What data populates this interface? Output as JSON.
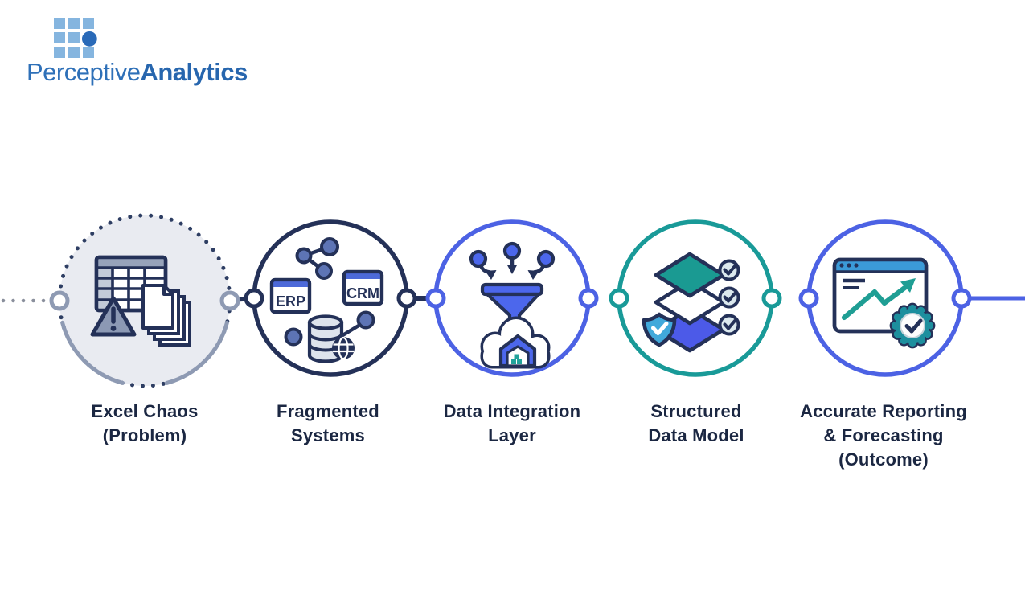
{
  "brand": {
    "name_regular": "Perceptive",
    "name_bold": "Analytics"
  },
  "palette": {
    "navy_outline": "#243158",
    "blue_circle": "#4c62e4",
    "teal_circle": "#199a98",
    "slate_gray": "#8e9ab3",
    "problem_circle_fill": "#e9ebf1",
    "icon_blue": "#4c67ec",
    "window_title_blue": "#4d6ad9",
    "browser_header_blue": "#3b9ad8",
    "trend_teal": "#1f9e94",
    "rosette_teal": "#1d8f9e",
    "shield_blue": "#41a9db",
    "label_navy": "#1b2742",
    "logo_blue": "#2e70b8"
  },
  "steps": [
    {
      "label_lines": [
        "Excel Chaos",
        "(Problem)"
      ],
      "icon": "excel-spreadsheet-warning"
    },
    {
      "label_lines": [
        "Fragmented",
        "Systems"
      ],
      "icon": "fragmented-systems",
      "erp_label": "ERP",
      "crm_label": "CRM"
    },
    {
      "label_lines": [
        "Data Integration",
        "Layer"
      ],
      "icon": "funnel-cloud-warehouse"
    },
    {
      "label_lines": [
        "Structured",
        "Data Model"
      ],
      "icon": "layered-data-checks"
    },
    {
      "label_lines": [
        "Accurate Reporting",
        "& Forecasting",
        "(Outcome)"
      ],
      "icon": "report-chart-badge"
    }
  ]
}
